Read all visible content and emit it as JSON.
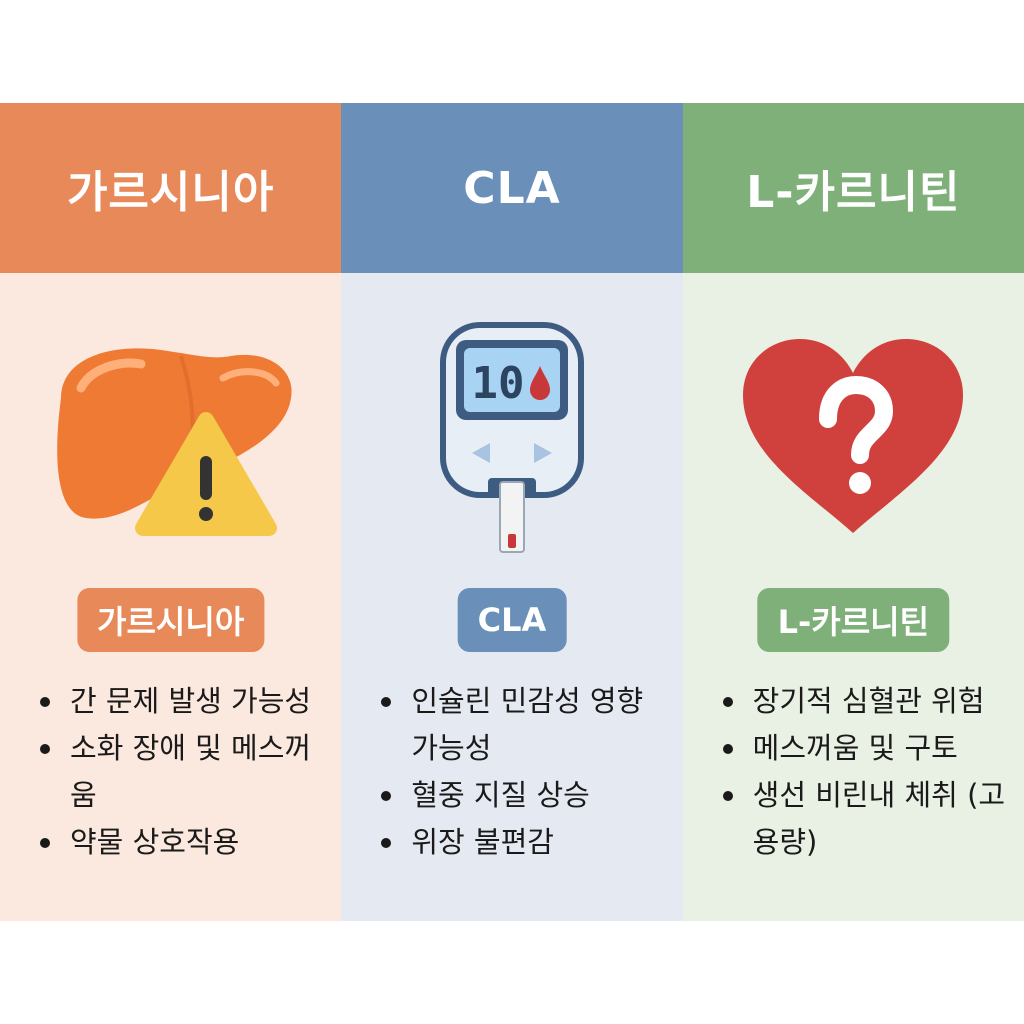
{
  "columns": [
    {
      "title": "가르시니아",
      "pill": "가르시니아",
      "icon": "liver-warning-icon",
      "colors": {
        "header": "#E8895A",
        "body": "#FBE8DE",
        "pill": "#E8895A"
      },
      "bullets": [
        "간 문제 발생 가능성",
        "소화 장애 및 메스꺼움",
        "약물 상호작용"
      ]
    },
    {
      "title": "CLA",
      "pill": "CLA",
      "icon": "glucose-meter-icon",
      "meter_reading": "10",
      "colors": {
        "header": "#6A8FB8",
        "body": "#E5EAF2",
        "pill": "#6A8FB8"
      },
      "bullets": [
        "인슐린 민감성 영향 가능성",
        "혈중 지질 상승",
        "위장 불편감"
      ]
    },
    {
      "title": "L-카르니틴",
      "pill": "L-카르니틴",
      "icon": "heart-question-icon",
      "colors": {
        "header": "#7FB07A",
        "body": "#E9F1E4",
        "pill": "#7FB07A"
      },
      "bullets": [
        "장기적 심혈관 위험",
        "메스꺼움 및 구토",
        "생선 비린내 체취 (고용량)"
      ]
    }
  ]
}
